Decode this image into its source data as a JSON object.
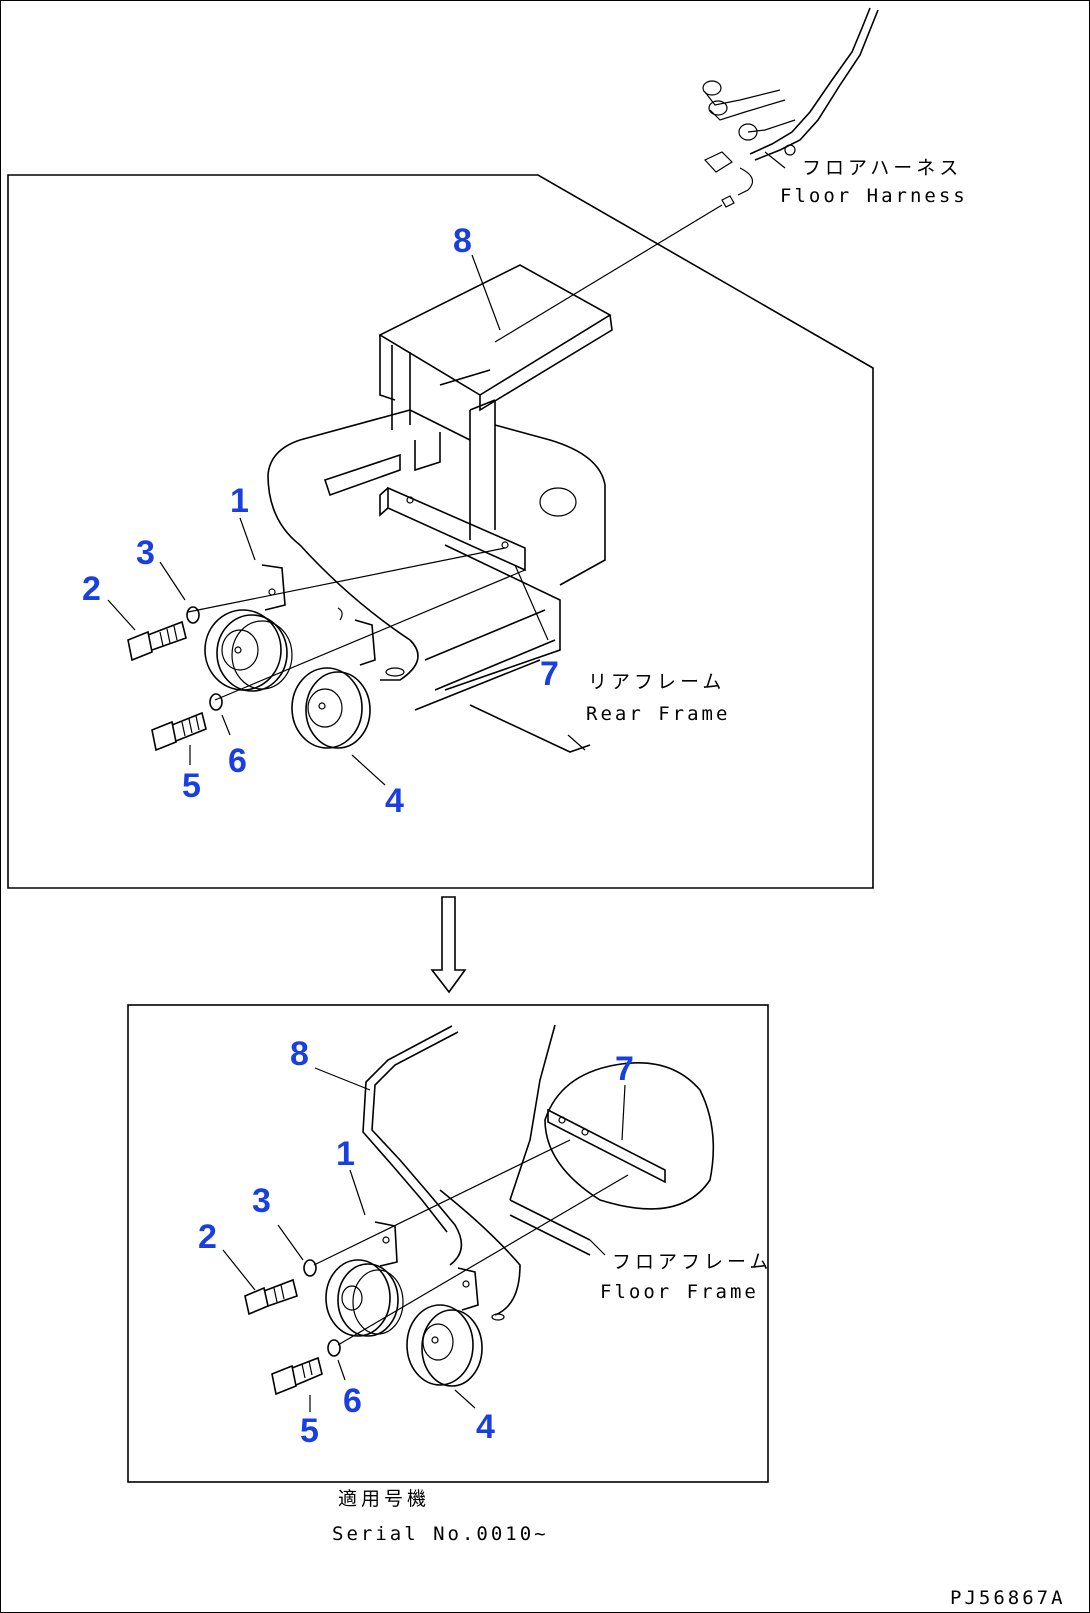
{
  "callouts": {
    "top": [
      "1",
      "2",
      "3",
      "4",
      "5",
      "6",
      "7",
      "8"
    ],
    "bottom": [
      "1",
      "2",
      "3",
      "4",
      "5",
      "6",
      "7",
      "8"
    ]
  },
  "labels": {
    "floor_harness_jp": "フロアハーネス",
    "floor_harness_en": "Floor Harness",
    "rear_frame_jp": "リアフレーム",
    "rear_frame_en": "Rear Frame",
    "floor_frame_jp": "フロアフレーム",
    "floor_frame_en": "Floor Frame",
    "serial_jp": "適用号機",
    "serial_en": "Serial No.0010~",
    "drawing_code": "PJ56867A"
  },
  "colors": {
    "callout": "#1a3fe0",
    "line": "#000000"
  }
}
